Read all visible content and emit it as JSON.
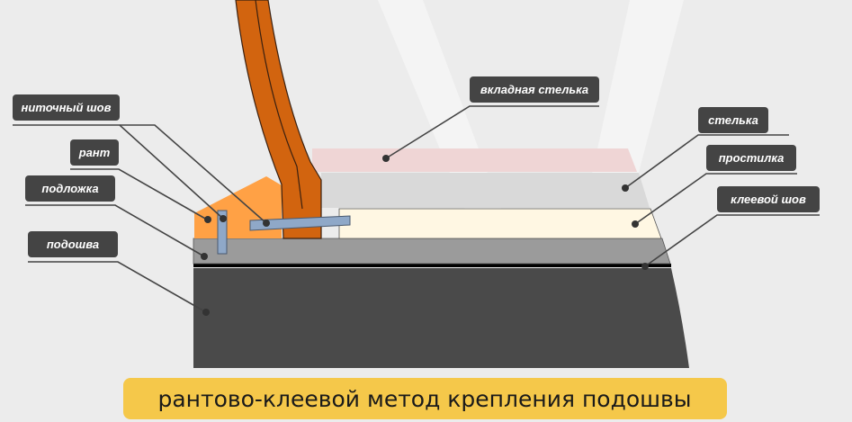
{
  "title": "рантово-клеевой метод крепления подошвы",
  "labels": {
    "thread_seam": "ниточный шов",
    "welt": "рант",
    "underlay": "подложка",
    "sole": "подошва",
    "insert_insole": "вкладная стелька",
    "insole": "стелька",
    "filler": "простилка",
    "glue_seam": "клеевой шов"
  },
  "colors": {
    "sole": "#4a4a4a",
    "underlay": "#9b9b9b",
    "filler": "#fff7e3",
    "insole": "#d9d9d9",
    "insert_insole": "#efd5d5",
    "welt": "#ffa145",
    "upper": "#d2640f",
    "stitch": "#8fa8c8",
    "caption_bg": "#f5c84a"
  }
}
